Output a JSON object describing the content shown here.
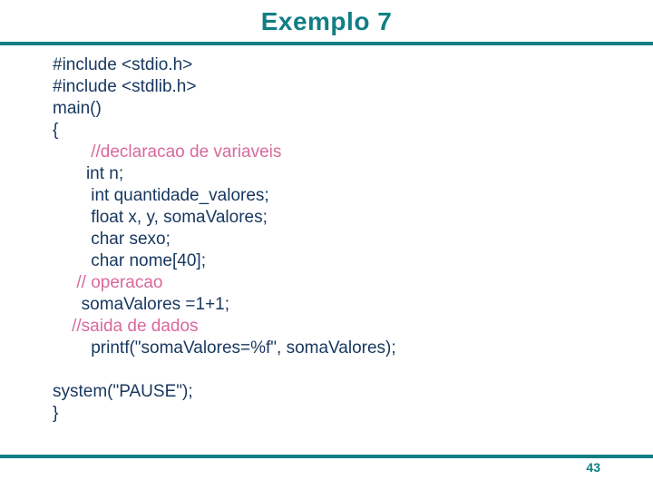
{
  "slide": {
    "title": "Exemplo 7",
    "page_number": "43"
  },
  "colors": {
    "background": "#ffffff",
    "accent_teal": "#117e84",
    "code_navy": "#17375e",
    "comment_pink": "#d9699b"
  },
  "code": {
    "lines": [
      {
        "text": "#include <stdio.h>",
        "type": "code"
      },
      {
        "text": "#include <stdlib.h>",
        "type": "code"
      },
      {
        "text": "main()",
        "type": "code"
      },
      {
        "text": "{",
        "type": "code"
      },
      {
        "text": "        //declaracao de variaveis",
        "type": "comment"
      },
      {
        "text": "       int n;",
        "type": "code"
      },
      {
        "text": "        int quantidade_valores;",
        "type": "code"
      },
      {
        "text": "        float x, y, somaValores;",
        "type": "code"
      },
      {
        "text": "        char sexo;",
        "type": "code"
      },
      {
        "text": "        char nome[40];",
        "type": "code"
      },
      {
        "text": "     // operacao",
        "type": "comment"
      },
      {
        "text": "      somaValores =1+1;",
        "type": "code"
      },
      {
        "text": "    //saida de dados",
        "type": "comment"
      },
      {
        "text": "        printf(\"somaValores=%f\", somaValores);",
        "type": "code"
      },
      {
        "text": "",
        "type": "code"
      },
      {
        "text": "system(\"PAUSE\");",
        "type": "code"
      },
      {
        "text": "}",
        "type": "code"
      }
    ]
  }
}
